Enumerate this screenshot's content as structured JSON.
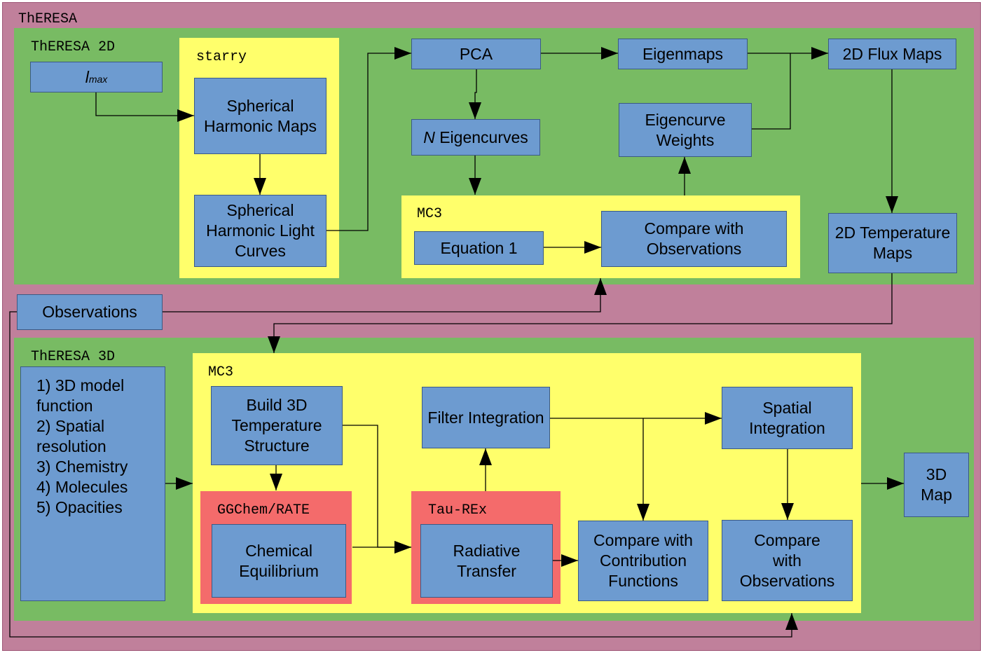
{
  "containers": {
    "theresa": "ThERESA",
    "theresa_2d": "ThERESA 2D",
    "theresa_3d": "ThERESA 3D",
    "starry": "starry",
    "mc3_2d": "MC3",
    "mc3_3d": "MC3",
    "ggchem": "GGChem/RATE",
    "taurex": "Tau-REx"
  },
  "nodes": {
    "lmax_main": "l",
    "lmax_sub": "max",
    "sh_maps": "Spherical Harmonic Maps",
    "sh_curves": "Spherical Harmonic Light Curves",
    "pca": "PCA",
    "n_italic": "N",
    "eigencurves": " Eigencurves",
    "eigenmaps": "Eigenmaps",
    "eigencurve_weights": "Eigencurve Weights",
    "flux_maps": "2D Flux Maps",
    "equation1": "Equation 1",
    "compare_obs_2d": "Compare with Observations",
    "temp_maps": "2D Temperature Maps",
    "observations": "Observations",
    "build_3d": "Build 3D Temperature Structure",
    "chem_eq": "Chemical Equilibrium",
    "rad_transfer": "Radiative Transfer",
    "filter_int": "Filter Integration",
    "compare_contrib": "Compare with Contribution Functions",
    "spatial_int": "Spatial Integration",
    "compare_obs_3d": "Compare with Observations",
    "map_3d": "3D Map",
    "model_list": [
      "1) 3D model function",
      "2) Spatial resolution",
      "3) Chemistry",
      "4) Molecules",
      "5) Opacities"
    ]
  },
  "colors": {
    "outer": "#c0809b",
    "module": "#78bb63",
    "group": "#ffff6b",
    "code": "#f46b6b",
    "node": "#6d9bd0"
  }
}
